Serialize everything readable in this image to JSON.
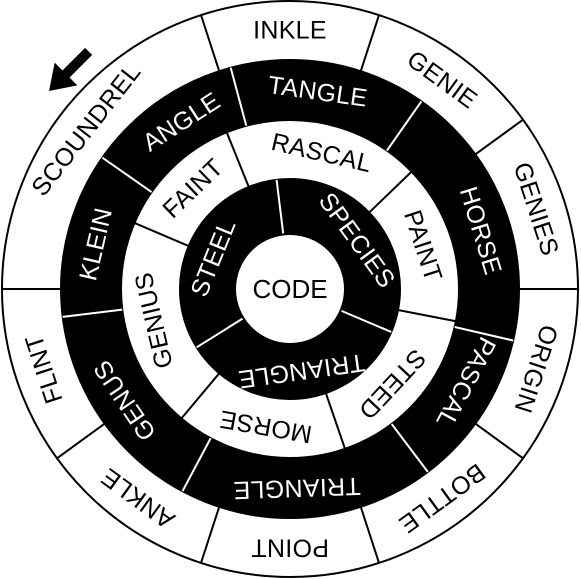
{
  "colors": {
    "ink": "#000000",
    "paper": "#ffffff"
  },
  "center": {
    "label": "CODE"
  },
  "pointer": {
    "icon": "arrow-pointer-icon"
  },
  "rings": [
    {
      "id": "outer",
      "fill": "#ffffff",
      "text_color": "#000000",
      "cells": [
        {
          "label": "INKLE",
          "angle": 0
        },
        {
          "label": "GENIE",
          "angle": 36
        },
        {
          "label": "GENIES",
          "angle": 72
        },
        {
          "label": "ORIGIN",
          "angle": 108
        },
        {
          "label": "BOTTLE",
          "angle": 144
        },
        {
          "label": "POINT",
          "angle": 180
        },
        {
          "label": "ANKLE",
          "angle": 216
        },
        {
          "label": "FLINT",
          "angle": 252
        },
        {
          "label": "SCOUNDREL",
          "angle": 308
        }
      ],
      "dividers": [
        342,
        18,
        54,
        90,
        126,
        162,
        198,
        234,
        270
      ]
    },
    {
      "id": "second",
      "fill": "#000000",
      "text_color": "#ffffff",
      "cells": [
        {
          "label": "TANGLE",
          "angle": 8
        },
        {
          "label": "HORSE",
          "angle": 73
        },
        {
          "label": "PASCAL",
          "angle": 118
        },
        {
          "label": "TRIANGLE",
          "angle": 178
        },
        {
          "label": "GENUS",
          "angle": 236
        },
        {
          "label": "KLEIN",
          "angle": 283
        },
        {
          "label": "ANGLE",
          "angle": 327
        }
      ],
      "dividers": [
        345,
        35,
        103,
        143,
        208,
        263,
        305
      ]
    },
    {
      "id": "third",
      "fill": "#ffffff",
      "text_color": "#000000",
      "cells": [
        {
          "label": "RASCAL",
          "angle": 13
        },
        {
          "label": "PAINT",
          "angle": 72
        },
        {
          "label": "STEED",
          "angle": 133
        },
        {
          "label": "MORSE",
          "angle": 190
        },
        {
          "label": "GENIUS",
          "angle": 257
        },
        {
          "label": "FAINT",
          "angle": 316
        }
      ],
      "dividers": [
        338,
        46,
        101,
        161,
        220,
        293
      ]
    },
    {
      "id": "inner",
      "fill": "#000000",
      "text_color": "#ffffff",
      "cells": [
        {
          "label": "SPECIES",
          "angle": 54
        },
        {
          "label": "TRIANGLE",
          "angle": 172
        },
        {
          "label": "STEEL",
          "angle": 292
        }
      ],
      "dividers": [
        353,
        113,
        238
      ]
    }
  ]
}
